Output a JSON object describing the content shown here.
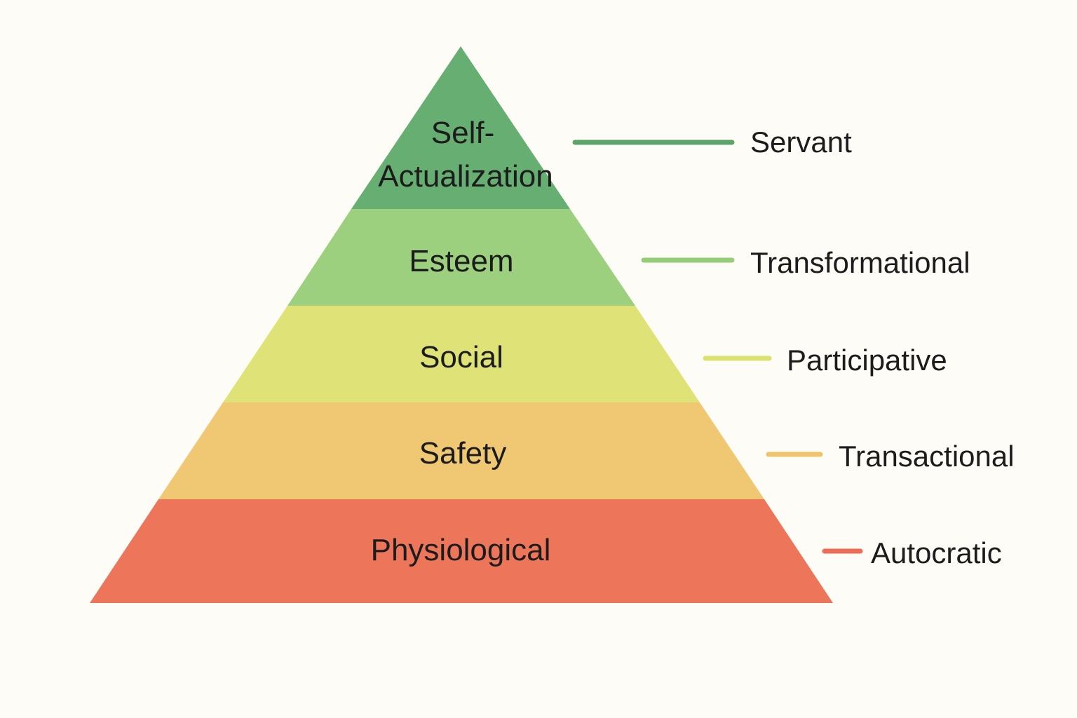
{
  "levels": [
    {
      "id": "self-actualization",
      "line1": "Self-",
      "line2": "Actualization",
      "color": "#67ae72"
    },
    {
      "id": "esteem",
      "label": "Esteem",
      "color": "#9ccf7e"
    },
    {
      "id": "social",
      "label": "Social",
      "color": "#dfe377"
    },
    {
      "id": "safety",
      "label": "Safety",
      "color": "#f0c772"
    },
    {
      "id": "physiological",
      "label": "Physiological",
      "color": "#ec755a"
    }
  ],
  "styles": [
    {
      "id": "servant",
      "label": "Servant",
      "color": "#5aa467"
    },
    {
      "id": "transformational",
      "label": "Transformational",
      "color": "#94cd76"
    },
    {
      "id": "participative",
      "label": "Participative",
      "color": "#dbe270"
    },
    {
      "id": "transactional",
      "label": "Transactional",
      "color": "#f0c46a"
    },
    {
      "id": "autocratic",
      "label": "Autocratic",
      "color": "#ec6c56"
    }
  ]
}
